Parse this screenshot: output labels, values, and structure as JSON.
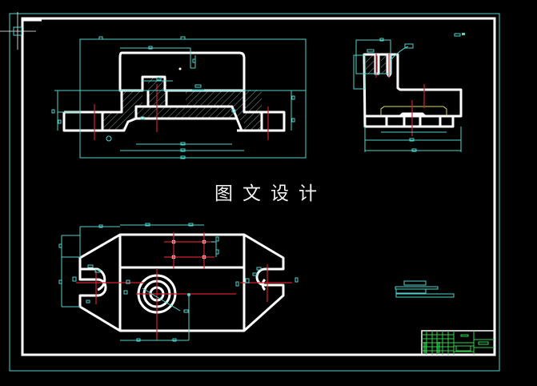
{
  "drawing": {
    "title_text": "图文设计",
    "background_color": "#000000",
    "colors": {
      "outline": "#ffffff",
      "dimension": "#4fd4cc",
      "centerline": "#d0202c",
      "title_block": "#2fd24a",
      "hidden": "#d8d870"
    },
    "views": [
      {
        "name": "front-section-view",
        "position": "top-left"
      },
      {
        "name": "side-view",
        "position": "top-right"
      },
      {
        "name": "top-view",
        "position": "bottom-left"
      }
    ],
    "title_block": {
      "position": "bottom-right"
    },
    "notes_block": {
      "position": "right-middle"
    }
  }
}
